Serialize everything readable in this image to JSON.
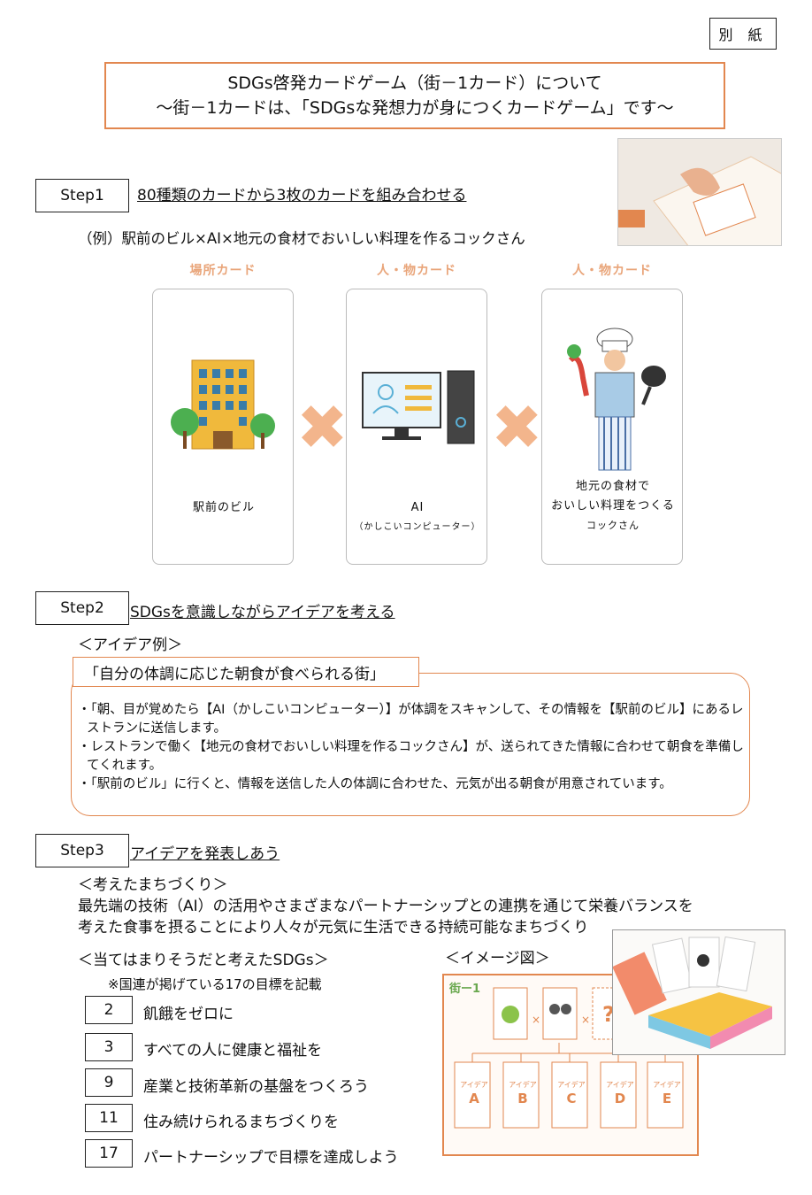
{
  "header": {
    "tag": "別 紙",
    "title_line1": "SDGs啓発カードゲーム（街－1カード）について",
    "title_line2": "～街－1カードは、「SDGsな発想力が身につくカードゲーム」です～"
  },
  "step1": {
    "label": "Step1",
    "title": "80種類のカードから3枚のカードを組み合わせる",
    "example": "（例）駅前のビル×AI×地元の食材でおいしい料理を作るコックさん",
    "cards": [
      {
        "category": "場所カード",
        "text": "駅前のビル",
        "subtext": ""
      },
      {
        "category": "人・物カード",
        "text": "AI",
        "subtext": "（かしこいコンピューター）"
      },
      {
        "category": "人・物カード",
        "text": "地元の食材で",
        "text2": "おいしい料理をつくる",
        "text3": "コックさん"
      }
    ]
  },
  "step2": {
    "label": "Step2",
    "title": "SDGsを意識しながらアイデアを考える",
    "idea_heading": "＜アイデア例＞",
    "idea_title": "「自分の体調に応じた朝食が食べられる街」",
    "bullets": [
      "・「朝、目が覚めたら【AI（かしこいコンピューター）】が体調をスキャンして、その情報を【駅前のビル】にあるレストランに送信します。",
      "・レストランで働く【地元の食材でおいしい料理を作るコックさん】が、送られてきた情報に合わせて朝食を準備してくれます。",
      "・「駅前のビル」に行くと、情報を送信した人の体調に合わせた、元気が出る朝食が用意されています。"
    ]
  },
  "step3": {
    "label": "Step3",
    "title": "アイデアを発表しあう",
    "town_heading": "＜考えたまちづくり＞",
    "town_line1": "最先端の技術（AI）の活用やさまざまなパートナーシップとの連携を通じて栄養バランスを",
    "town_line2": "考えた食事を摂ることにより人々が元気に生活できる持続可能なまちづくり",
    "sdgs_heading": "＜当てはまりそうだと考えたSDGs＞",
    "sdgs_note": "※国連が掲げている17の目標を記載",
    "image_heading": "＜イメージ図＞",
    "goals": [
      {
        "num": "2",
        "text": "飢餓をゼロに"
      },
      {
        "num": "3",
        "text": "すべての人に健康と福祉を"
      },
      {
        "num": "9",
        "text": "産業と技術革新の基盤をつくろう"
      },
      {
        "num": "11",
        "text": "住み続けられるまちづくりを"
      },
      {
        "num": "17",
        "text": "パートナーシップで目標を達成しよう"
      }
    ],
    "board": {
      "logo": "街ー1",
      "cols": [
        {
          "label": "アイデア",
          "letter": "A"
        },
        {
          "label": "アイデア",
          "letter": "B"
        },
        {
          "label": "アイデア",
          "letter": "C"
        },
        {
          "label": "アイデア",
          "letter": "D"
        },
        {
          "label": "アイデア",
          "letter": "E"
        }
      ]
    }
  },
  "colors": {
    "accent": "#e2874f",
    "cross": "#f3b58c"
  }
}
